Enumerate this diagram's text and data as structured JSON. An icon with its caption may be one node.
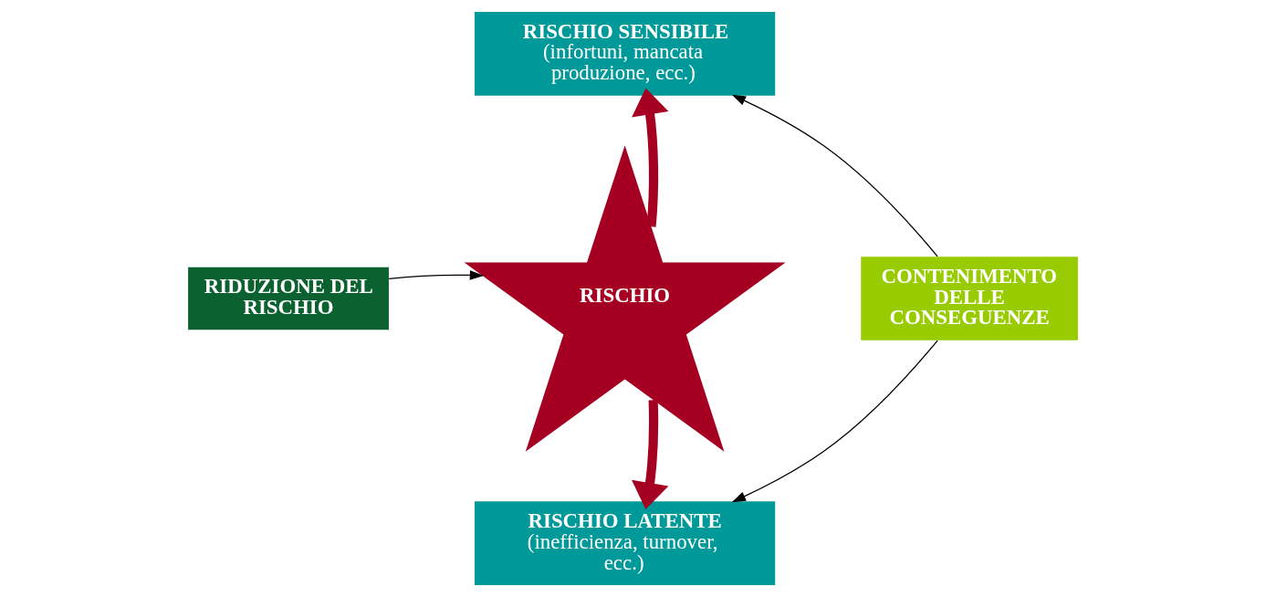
{
  "diagram": {
    "nodes": [
      {
        "text": [
          "RISCHIO SENSIBILE",
          "(infortuni, mancata produzione, ecc.)"
        ]
      },
      {
        "text": [
          "RIDUZIONE DEL RISCHIO"
        ]
      },
      {
        "text": [
          "RISCHIO"
        ]
      },
      {
        "text": [
          "CONTENIMENTO DELLE CONSEGUENZE"
        ]
      },
      {
        "text": [
          "RISCHIO LATENTE",
          "(inefficienza, turnover, ecc.)"
        ]
      }
    ],
    "edges": [
      {
        "from": 1,
        "to": 2,
        "arrow": "to"
      },
      {
        "from": 2,
        "to": 0,
        "arrow": "to",
        "style": "thick",
        "color": "#a50021"
      },
      {
        "from": 2,
        "to": 4,
        "arrow": "to",
        "style": "thick",
        "color": "#a50021"
      },
      {
        "from": 3,
        "to": 0,
        "arrow": "to"
      },
      {
        "from": 3,
        "to": 4,
        "arrow": "to"
      }
    ]
  }
}
